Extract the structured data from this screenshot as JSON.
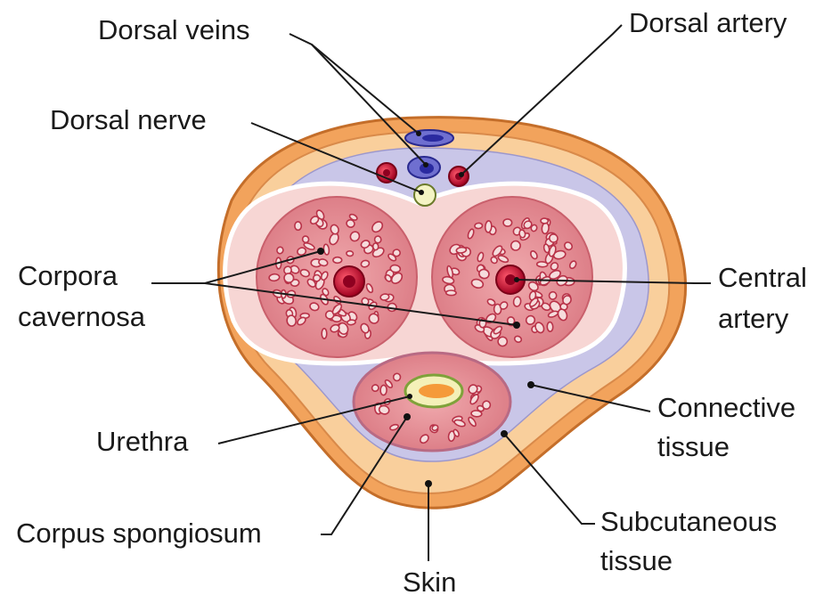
{
  "diagram": {
    "labels": {
      "dorsal_veins": "Dorsal veins",
      "dorsal_artery": "Dorsal artery",
      "dorsal_nerve": "Dorsal nerve",
      "corpora_cavernosa_line1": "Corpora",
      "corpora_cavernosa_line2": "cavernosa",
      "central_artery_line1": "Central",
      "central_artery_line2": "artery",
      "connective_tissue_line1": "Connective",
      "connective_tissue_line2": "tissue",
      "urethra": "Urethra",
      "corpus_spongiosum": "Corpus spongiosum",
      "subcutaneous_tissue_line1": "Subcutaneous",
      "subcutaneous_tissue_line2": "tissue",
      "skin": "Skin"
    },
    "colors": {
      "skin_layer": "#f2a35c",
      "subcutaneous_layer": "#f9cf9c",
      "connective_tissue": "#c9c6e8",
      "tunica": "#f7d6d4",
      "cavernosa_fill": "#e8949a",
      "trabeculae": "#c2354a",
      "artery": "#c8102e",
      "vein": "#3a3aa8",
      "nerve": "#f4f4c4",
      "urethra": "#f7e99a"
    }
  }
}
